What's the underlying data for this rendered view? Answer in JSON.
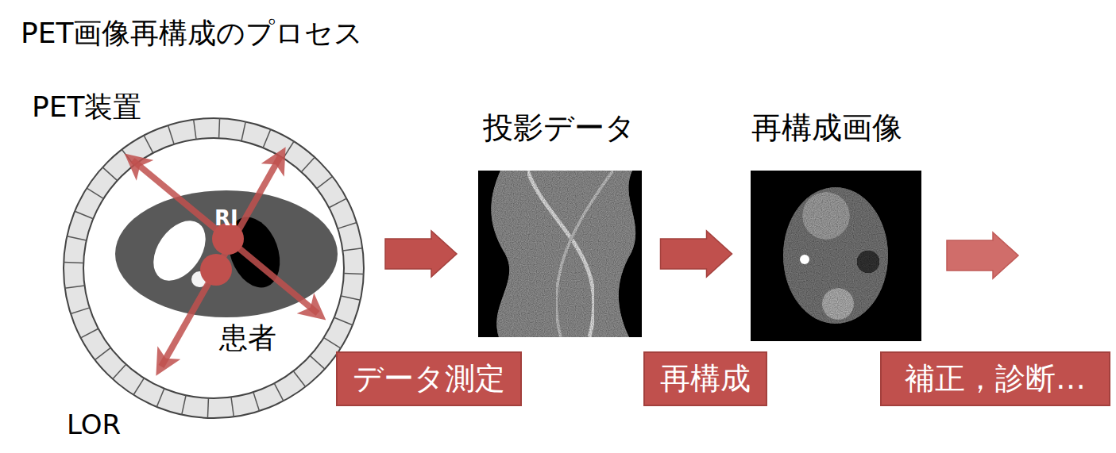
{
  "diagram": {
    "title": "PET画像再構成のプロセス",
    "nodes": [
      {
        "text": [
          "PET装置"
        ]
      },
      {
        "text": [
          "投影データ"
        ]
      },
      {
        "text": [
          "再構成画像"
        ]
      },
      {
        "text": [
          "データ測定"
        ]
      },
      {
        "text": [
          "再構成"
        ]
      },
      {
        "text": [
          "補正，診断…"
        ]
      }
    ],
    "edges": [
      {
        "from": 0,
        "to": 1,
        "arrow": "to"
      },
      {
        "from": 1,
        "to": 2,
        "arrow": "to"
      }
    ],
    "labels": [
      "RI",
      "患者",
      "LOR"
    ]
  }
}
